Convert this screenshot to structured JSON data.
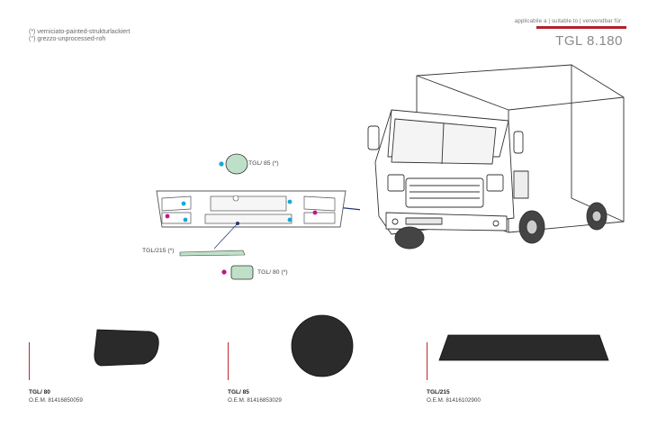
{
  "legend": {
    "painted": "(*) verniciato-painted-strukturlackiert",
    "raw": "(°) grezzo-unprocessed-roh"
  },
  "header": {
    "applicable": "applicabile a | suitable to | verwendbar für:",
    "model": "TGL 8.180"
  },
  "colors": {
    "accent_red": "#b3202a",
    "dot_cyan": "#1aa5d8",
    "dot_magenta": "#c0158a",
    "part_green": "#bfe0c8"
  },
  "diagram": {
    "label_85": "TGL/ 85 (*)",
    "label_215": "TGL/215 (*)",
    "label_80": "TGL/ 80 (*)"
  },
  "products": [
    {
      "code": "TGL/ 80",
      "oem": "O.E.M. 81416850059"
    },
    {
      "code": "TGL/ 85",
      "oem": "O.E.M. 81416853029"
    },
    {
      "code": "TGL/215",
      "oem": "O.E.M. 81416102900"
    }
  ]
}
